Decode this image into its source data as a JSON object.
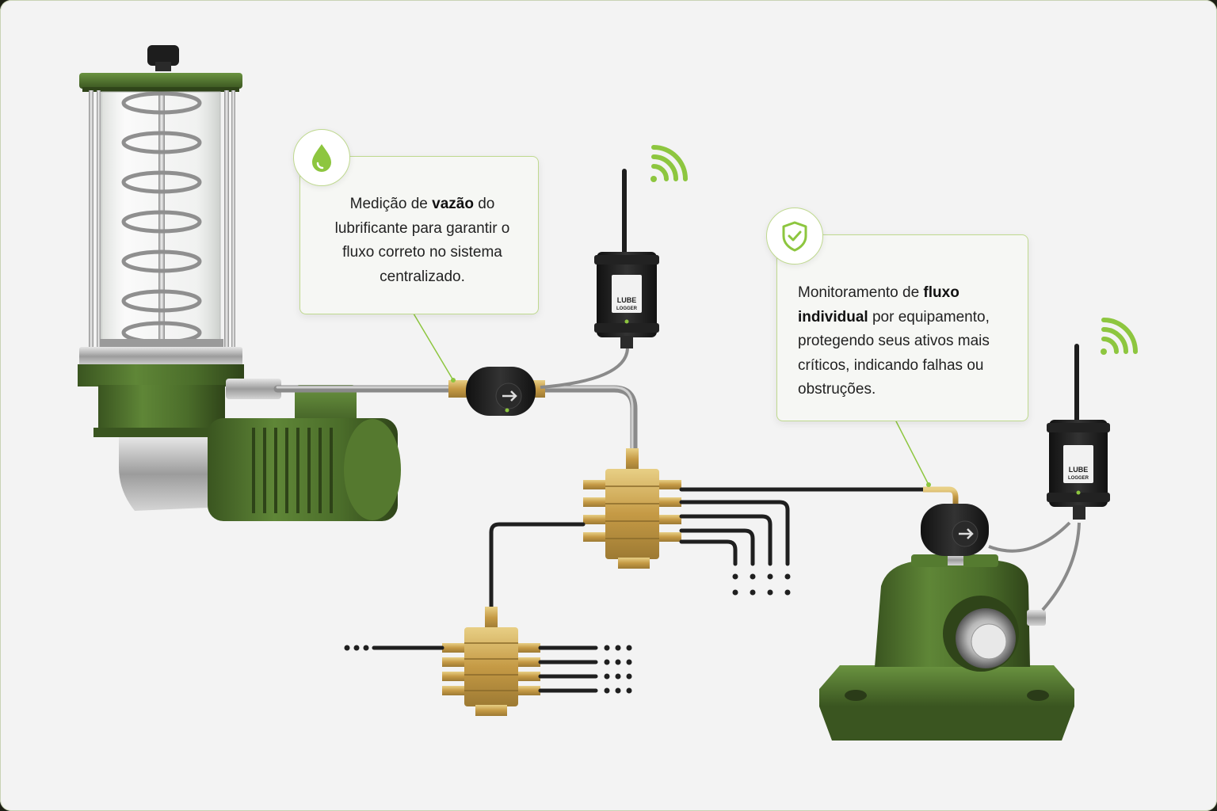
{
  "callouts": {
    "flow_measurement": {
      "pre": "Medição de ",
      "bold": "vazão",
      "post": " do lubrificante para garantir o fluxo correto no sistema centralizado."
    },
    "individual_monitoring": {
      "pre": "Monitoramento de ",
      "bold": "fluxo individual",
      "post": " por equipamento, protegendo seus ativos mais críticos, indicando falhas ou obstruções."
    }
  },
  "devices": {
    "logger_brand_line1": "LUBE",
    "logger_brand_line2": "LOGGER"
  },
  "icons": {
    "flow_badge": "oil-drop-icon",
    "protection_badge": "shield-check-icon",
    "wireless_signal": "wifi-signal-icon",
    "flow_meter_arrow": "arrow-right-icon"
  },
  "colors": {
    "accent_green": "#8dc63f",
    "machine_green": "#4a6b2a",
    "brass": "#c9a550",
    "device_black": "#1e1e1e",
    "background": "#f3f3f3"
  }
}
